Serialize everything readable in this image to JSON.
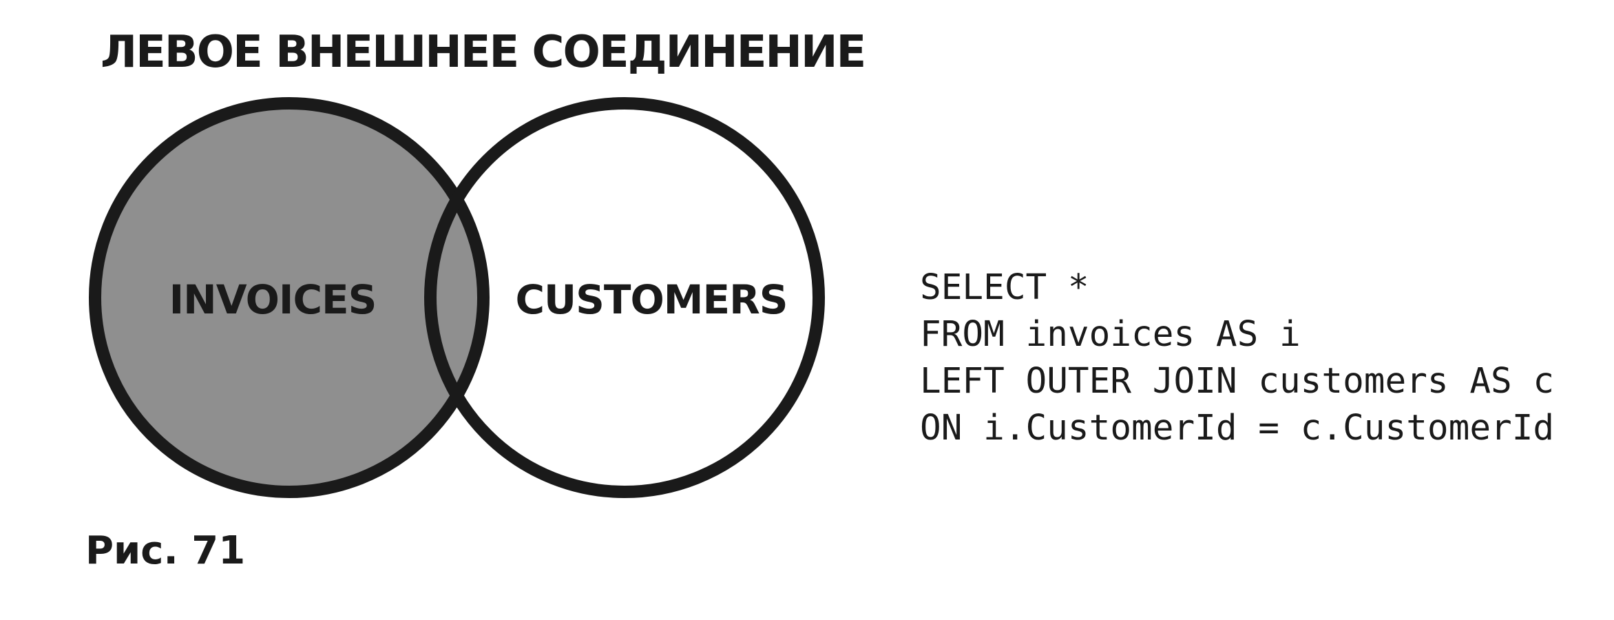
{
  "title": "ЛЕВОЕ ВНЕШНЕЕ СОЕДИНЕНИЕ",
  "venn": {
    "left_set": {
      "label": "INVOICES",
      "fill": "#8f8f8f",
      "highlighted": true
    },
    "right_set": {
      "label": "CUSTOMERS",
      "fill": "#ffffff",
      "highlighted": false
    },
    "stroke_color": "#1a1a1a"
  },
  "sql": {
    "lines": [
      "SELECT *",
      "FROM invoices AS i",
      "LEFT OUTER JOIN customers AS c",
      "ON i.CustomerId = c.CustomerId"
    ]
  },
  "caption": "Рис. 71"
}
